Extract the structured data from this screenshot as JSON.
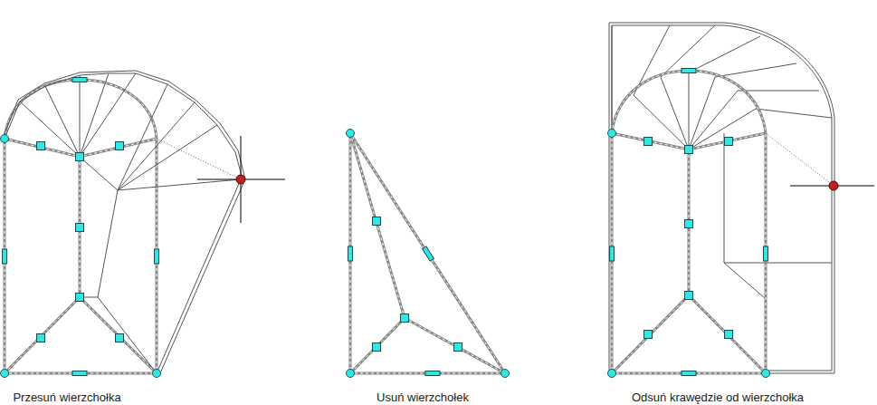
{
  "diagram": {
    "labels": [
      "Przesuń wierzchołka",
      "Usuń wierzchołek",
      "Odsuń krawędzie od wierzchołka"
    ]
  }
}
